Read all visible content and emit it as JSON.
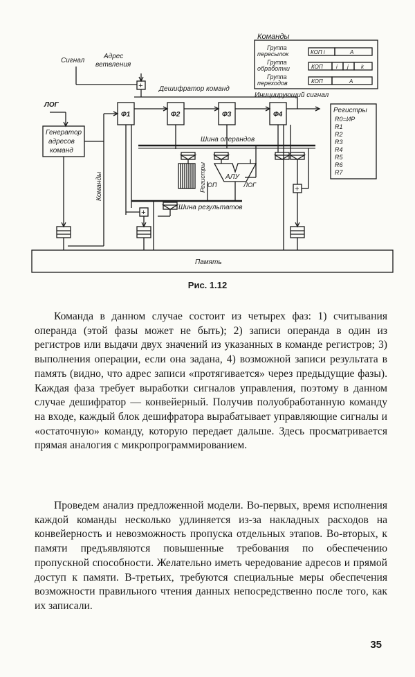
{
  "figure": {
    "legend_title": "Команды",
    "legend_rows": [
      {
        "label1": "Группа",
        "label2": "пересылок",
        "fields": [
          "КОП i",
          "A"
        ]
      },
      {
        "label1": "Группа",
        "label2": "обработки",
        "fields": [
          "КОП",
          "i",
          "j",
          "k"
        ]
      },
      {
        "label1": "Группа",
        "label2": "переходов",
        "fields": [
          "КОП",
          "A"
        ]
      }
    ],
    "signal": "Сигнал",
    "branch_address_1": "Адрес",
    "branch_address_2": "ветвления",
    "decoder": "Дешифратор команд",
    "init_signal": "Инициирующий сигнал",
    "log": "ЛОГ",
    "generator_1": "Генератор",
    "generator_2": "адресов",
    "generator_3": "команд",
    "commands": "Команды",
    "phase1": "Ф1",
    "phase2": "Ф2",
    "phase3": "Ф3",
    "phase4": "Ф4",
    "operand_bus": "Шина операндов",
    "result_bus": "Шина результатов",
    "registers_vertical": "Регистры",
    "alu": "АЛУ",
    "op": "ОП",
    "log2": "ЛОГ",
    "registers_title": "Регистры",
    "registers": [
      "R0=ИР",
      "R1",
      "R2",
      "R3",
      "R4",
      "R5",
      "R6",
      "R7"
    ],
    "memory": "Память",
    "plus": "+"
  },
  "caption": "Рис. 1.12",
  "paragraphs": [
    "Команда в данном случае состоит из четырех фаз: 1) считывания операнда (этой фазы может не быть); 2) записи операнда в один из регистров или выдачи двух значений из указанных в команде регистров; 3) выполнения операции, если она задана, 4) возможной записи результата в память (видно, что адрес записи «протягивается» через предыдущие фазы). Каждая фаза требует выработки сигналов управления, поэтому в данном случае дешифратор — конвейерный. Получив полуобработанную команду на входе, каждый блок дешифратора вырабатывает управляющие сигналы и «остаточную» команду, которую передает дальше. Здесь просматривается прямая аналогия с микропрограммированием.",
    "Проведем анализ предложенной модели. Во-первых, время исполнения каждой команды несколько удлиняется из-за накладных расходов на конвейерность и невозможность пропуска отдельных этапов. Во-вторых, к памяти предъявляются повышенные требования по обеспечению пропускной способности. Желательно иметь чередование адресов и прямой доступ к памяти. В-третьих, требуются специальные меры обеспечения возможности правильного чтения данных непосредственно после того, как их записали."
  ],
  "page_number": "35"
}
